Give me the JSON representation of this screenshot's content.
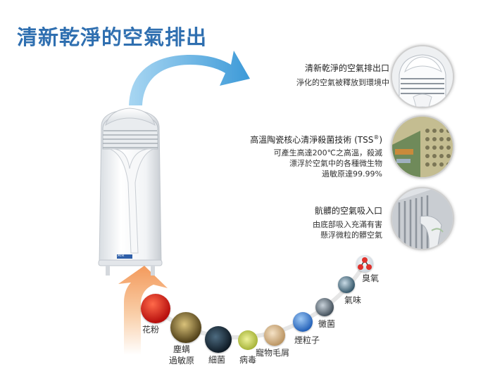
{
  "headline": "清新乾淨的空氣排出",
  "features": [
    {
      "title": "清新乾淨的空氣排出口",
      "desc": [
        "淨化的空氣被釋放到環境中"
      ]
    },
    {
      "title": "高溫陶瓷核心清淨殺菌技術 (TSS",
      "title_sup": "®",
      "title_end": ")",
      "desc": [
        "可產生高達200℃之高溫，殺滅",
        "漂浮於空氣中的各種微生物",
        "過敏原達99.99%"
      ]
    },
    {
      "title": "骯髒的空氣吸入口",
      "desc": [
        "由底部吸入充滿有害",
        "懸浮微粒的髒空氣"
      ]
    }
  ],
  "pollutants": {
    "pollen": "花粉",
    "mite": [
      "塵螨",
      "過敏原"
    ],
    "bacteria": "細菌",
    "virus": "病毒",
    "pet": "寵物毛屑",
    "smoke": "煙粒子",
    "mold": "黴菌",
    "odor": "氣味",
    "ozone": "臭氧"
  },
  "device_badge": "AIR",
  "colors": {
    "headline": "#2f6fb0",
    "arrow_top": "#5aaee0",
    "arrow_bottom": "#f4a26b"
  }
}
